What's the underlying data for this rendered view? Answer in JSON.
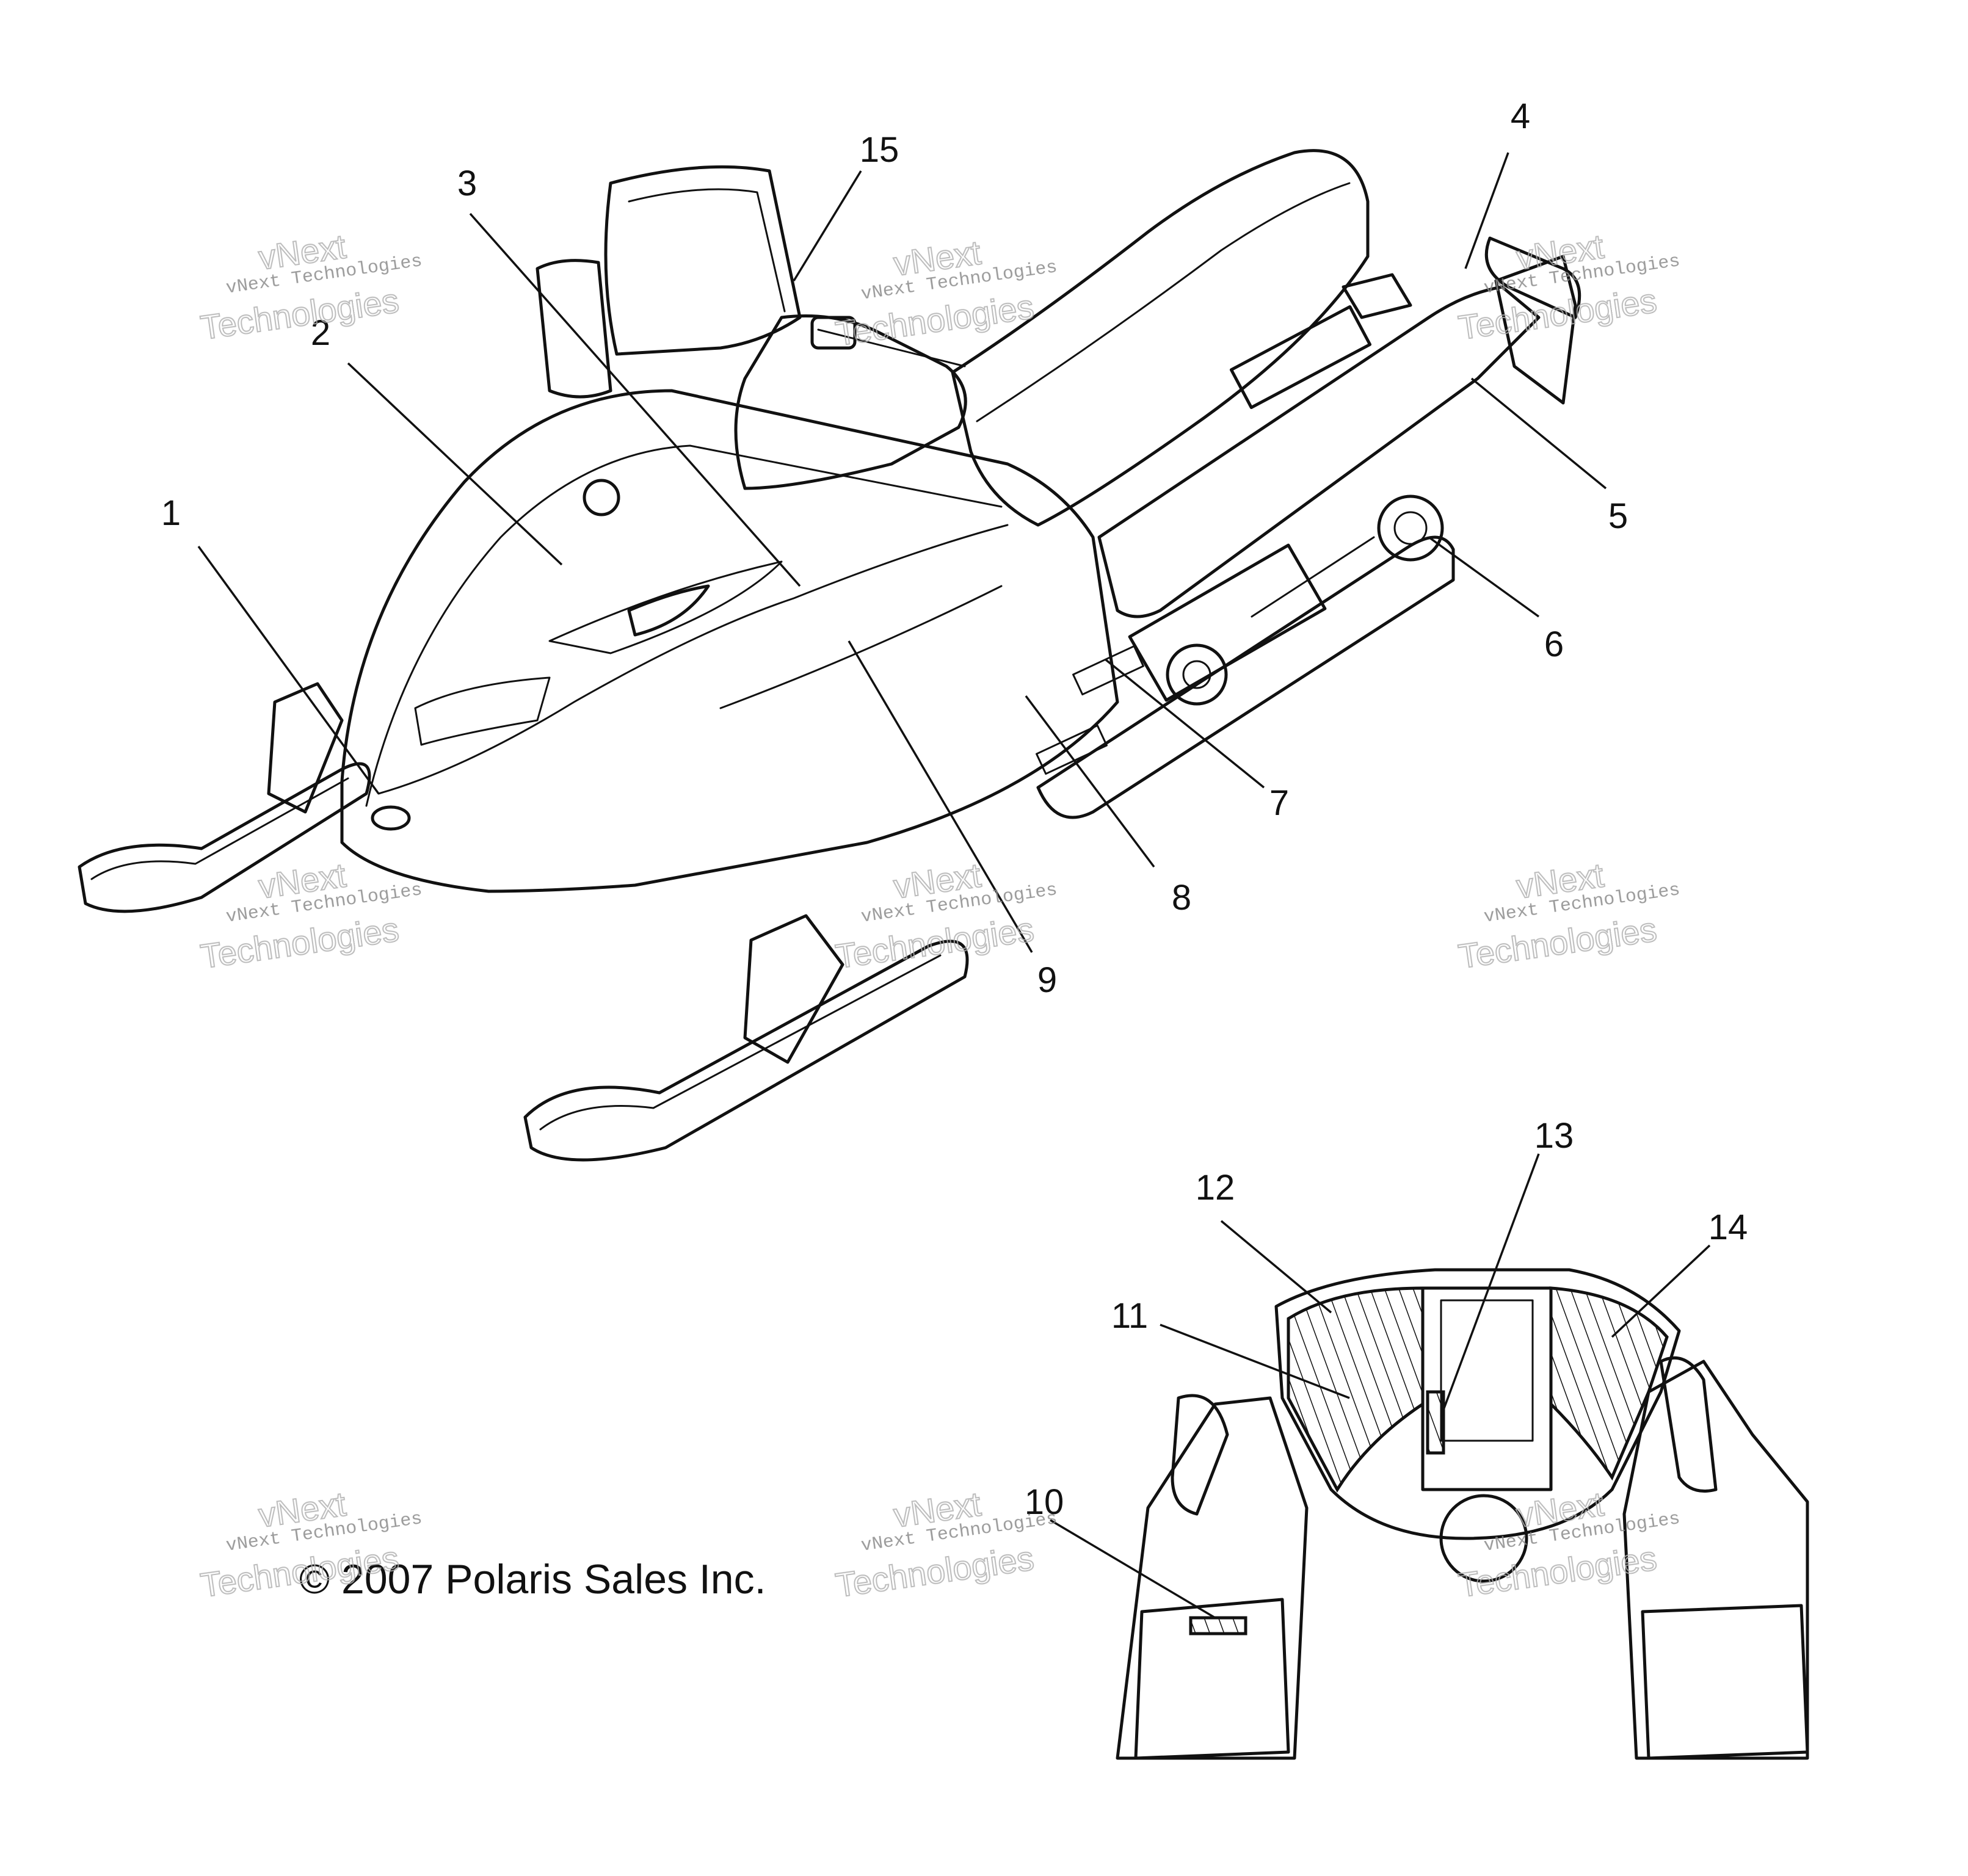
{
  "callouts": [
    "1",
    "2",
    "3",
    "4",
    "5",
    "6",
    "7",
    "8",
    "9",
    "10",
    "11",
    "12",
    "13",
    "14",
    "15"
  ],
  "copyright": "© 2007 Polaris Sales Inc.",
  "watermark": {
    "brand": "vNext",
    "line": "vNext Technologies",
    "big": "Technologies"
  }
}
